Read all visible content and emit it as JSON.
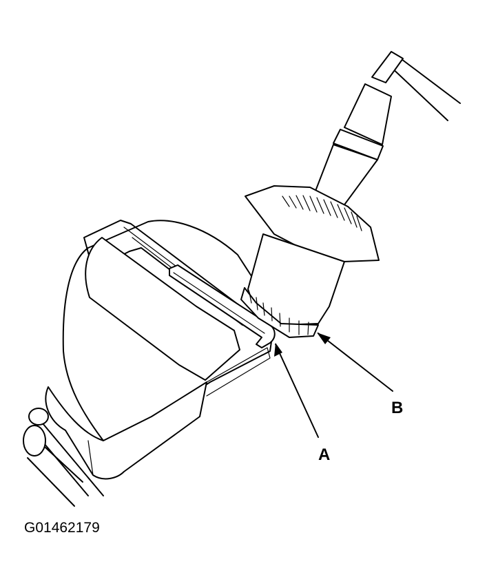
{
  "callouts": {
    "a": "A",
    "b": "B"
  },
  "figure_id": "G01462179",
  "colors": {
    "ink": "#000000",
    "paper": "#ffffff"
  }
}
